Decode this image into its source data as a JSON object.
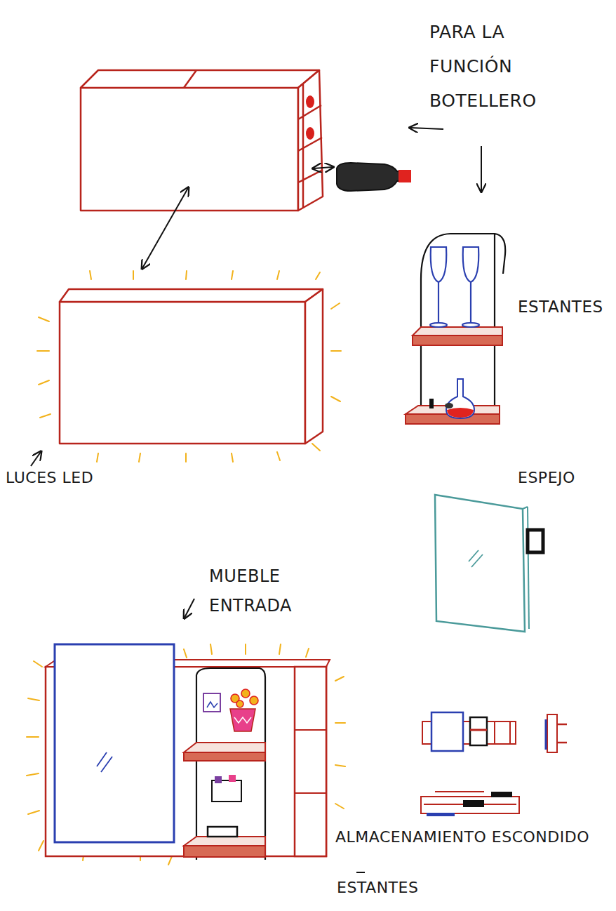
{
  "diagram": {
    "labels": [
      "PARA LA FUNCIÓN BOTELLERO",
      "ESTANTES",
      "LUCES LED",
      "ESPEJO",
      "MUEBLE ENTRADA",
      "ALMACENAMIENTO ESCONDIDO",
      "ESTANTES"
    ]
  }
}
